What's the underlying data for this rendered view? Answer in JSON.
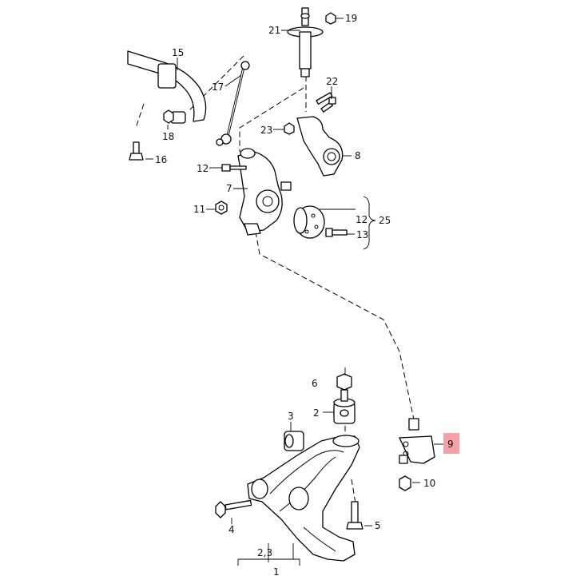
{
  "callouts": {
    "c1": "1",
    "c2": "2",
    "c3": "3",
    "c4": "4",
    "c5": "5",
    "c6": "6",
    "c7": "7",
    "c8": "8",
    "c9": "9",
    "c10": "10",
    "c11": "11",
    "c12a": "12",
    "c12b": "12",
    "c13": "13",
    "c15": "15",
    "c16": "16",
    "c17": "17",
    "c18": "18",
    "c19": "19",
    "c21": "21",
    "c22": "22",
    "c23": "23",
    "c25": "25",
    "c23group": "2,3"
  },
  "colors": {
    "highlight": "#f4a0a8",
    "line": "#000000"
  }
}
